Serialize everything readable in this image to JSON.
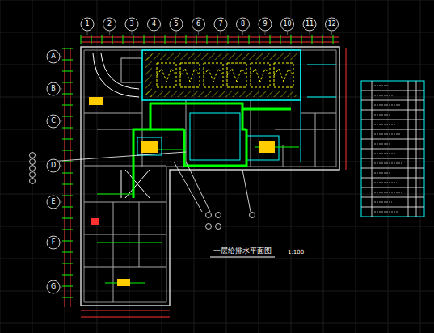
{
  "diagram": {
    "title": "一层给排水平面图",
    "caption": "1:100",
    "labels": [
      "1",
      "2",
      "3",
      "4",
      "5",
      "6",
      "7",
      "8",
      "9",
      "10",
      "11",
      "12",
      "A",
      "B",
      "C",
      "D",
      "E",
      "F",
      "G"
    ]
  }
}
